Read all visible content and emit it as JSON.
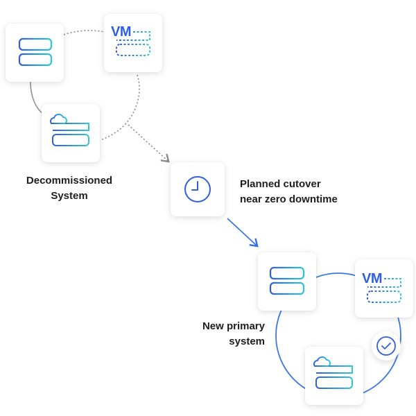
{
  "labels": {
    "decommissioned_line1": "Decommissioned",
    "decommissioned_line2": "System",
    "cutover_line1": "Planned cutover",
    "cutover_line2": "near zero downtime",
    "new_primary_line1": "New primary",
    "new_primary_line2": "system"
  },
  "nodes": {
    "vm_label_top": "VM",
    "vm_label_bottom": "VM"
  },
  "icons": {
    "server": "server-icon",
    "vm_server": "virtual-machine-icon",
    "cloud_server": "cloud-server-icon",
    "clock": "clock-icon",
    "check": "check-icon"
  },
  "colors": {
    "icon_blue": "#2f5fe0",
    "icon_cyan": "#2ec6d6",
    "arrow_blue": "#2f6fe8",
    "connector_gray": "#8a8a8a"
  }
}
